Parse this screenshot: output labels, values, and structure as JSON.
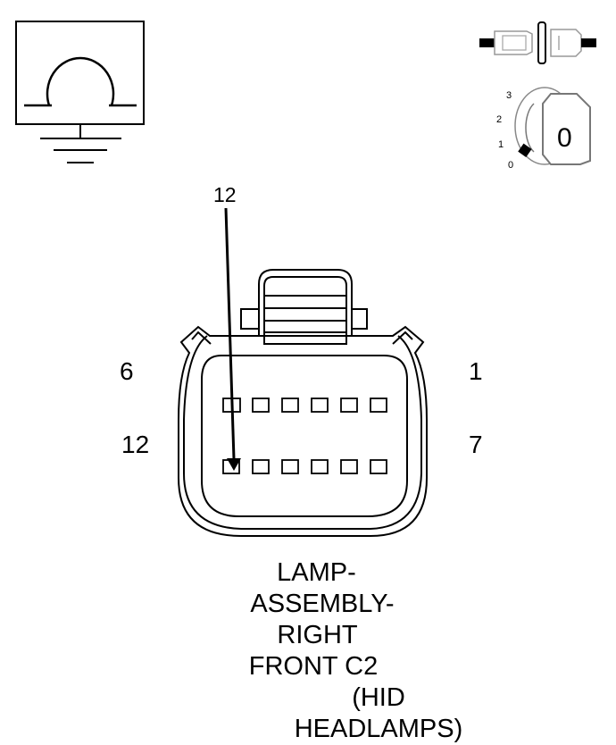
{
  "ohmmeter": {
    "icon": "ohm-symbol-icon",
    "symbol": "Ω"
  },
  "disconnect_icon": {
    "icon": "disconnect-connector-icon"
  },
  "ignition": {
    "icon": "ignition-key-icon",
    "positions": [
      "3",
      "2",
      "1",
      "0"
    ],
    "key_label": "0"
  },
  "connector": {
    "probe_pin": "12",
    "pin_labels": {
      "top_left": "6",
      "top_right": "1",
      "bottom_left": "12",
      "bottom_right": "7"
    },
    "pins_per_row": 6,
    "rows": 2,
    "probed_cavity": 12
  },
  "caption": {
    "lines": [
      "LAMP-",
      "ASSEMBLY-",
      "RIGHT",
      "FRONT C2",
      "(HID HEADLAMPS)"
    ]
  }
}
